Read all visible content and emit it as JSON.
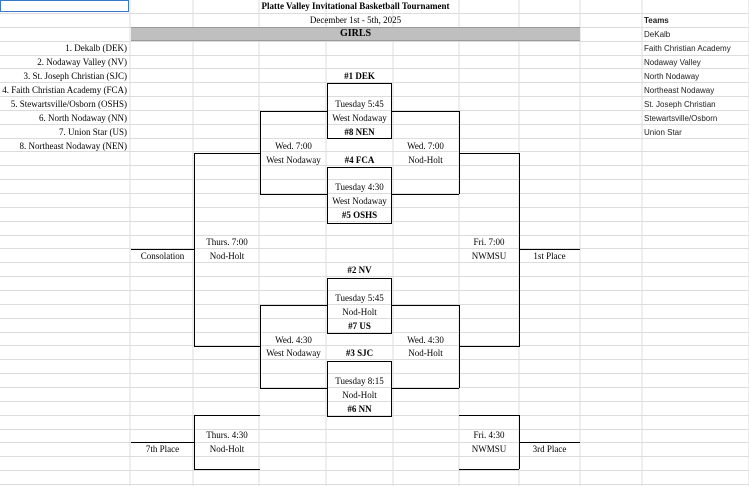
{
  "title": "Platte Valley Invitational Basketball Tournament",
  "dates": "December 1st - 5th, 2025",
  "division": "GIRLS",
  "seeds": [
    "1. Dekalb (DEK)",
    "2. Nodaway Valley (NV)",
    "3. St. Joseph Christian (SJC)",
    "4. Faith Christian Academy (FCA)",
    "5. Stewartsville/Osborn (OSHS)",
    "6. North Nodaway (NN)",
    "7. Union Star (US)",
    "8. Northeast Nodaway (NEN)"
  ],
  "teams_header": "Teams",
  "teams": [
    "DeKalb",
    "Faith Christian Academy",
    "Nodaway Valley",
    "North Nodaway",
    "Northeast Nodaway",
    "St. Joseph Christian",
    "Stewartsville/Osborn",
    "Union Star"
  ],
  "first_round": [
    {
      "top": "#1 DEK",
      "time": "Tuesday 5:45",
      "site": "West Nodaway",
      "bottom": "#8 NEN"
    },
    {
      "top": "#4 FCA",
      "time": "Tuesday 4:30",
      "site": "West Nodaway",
      "bottom": "#5 OSHS"
    },
    {
      "top": "#2 NV",
      "time": "Tuesday 5:45",
      "site": "Nod-Holt",
      "bottom": "#7 US"
    },
    {
      "top": "#3 SJC",
      "time": "Tuesday 8:15",
      "site": "Nod-Holt",
      "bottom": "#6 NN"
    }
  ],
  "wed_left_top": {
    "time": "Wed. 7:00",
    "site": "West Nodaway"
  },
  "wed_right_top": {
    "time": "Wed. 7:00",
    "site": "Nod-Holt"
  },
  "wed_left_bottom": {
    "time": "Wed. 4:30",
    "site": "West Nodaway"
  },
  "wed_right_bottom": {
    "time": "Wed. 4:30",
    "site": "Nod-Holt"
  },
  "consolation": {
    "label": "Consolation",
    "time": "Thurs. 7:00",
    "site": "Nod-Holt"
  },
  "first_place": {
    "label": "1st Place",
    "time": "Fri. 7:00",
    "site": "NWMSU"
  },
  "seventh_place": {
    "label": "7th Place",
    "time": "Thurs. 4:30",
    "site": "Nod-Holt"
  },
  "third_place": {
    "label": "3rd Place",
    "time": "Fri. 4:30",
    "site": "NWMSU"
  }
}
